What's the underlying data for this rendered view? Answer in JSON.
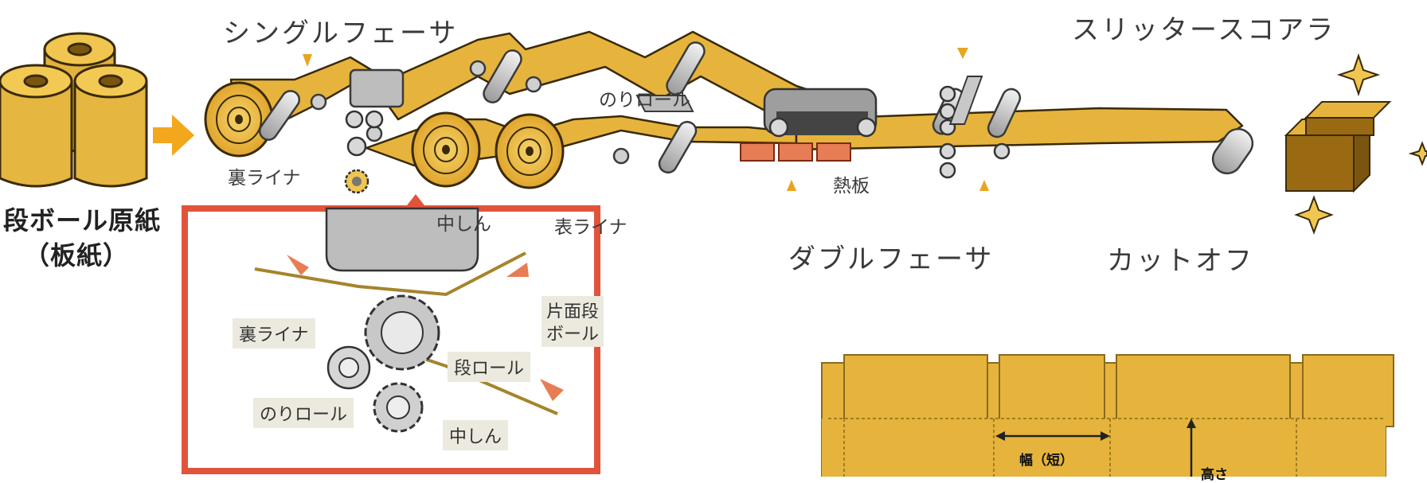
{
  "colors": {
    "paper": "#e8b43a",
    "paper_dark": "#9a6a12",
    "roller": "#c8c8c8",
    "roller_dark": "#666666",
    "heat_plate": "#e77d55",
    "inset_border": "#e2533b",
    "arrow": "#f2a71d",
    "box": "#e6b43c"
  },
  "labels": {
    "raw_paper_line1": "段ボール原紙",
    "raw_paper_line2": "（板紙）",
    "single_facer": "シングルフェーサ",
    "back_liner": "裏ライナ",
    "medium": "中しん",
    "front_liner": "表ライナ",
    "glue_roll": "のりロール",
    "hot_plate": "熱板",
    "double_facer": "ダブルフェーサ",
    "slitter_scorer": "スリッタースコアラ",
    "cut_off": "カットオフ"
  },
  "inset": {
    "back_liner": "裏ライナ",
    "single_face_line1": "片面段",
    "single_face_line2": "ボール",
    "corrugating_roll": "段ロール",
    "glue_roll": "のりロール",
    "medium": "中しん"
  },
  "box_diagram": {
    "width_short": "幅（短）",
    "height": "高さ"
  },
  "icons": [
    "paper-rolls-icon",
    "sparkle-icon",
    "gear-icon",
    "roller-icon"
  ]
}
